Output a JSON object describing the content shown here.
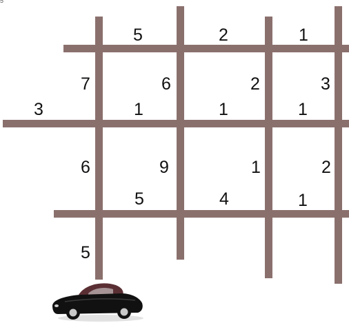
{
  "corner_label": "5",
  "colors": {
    "road": "#8a706d",
    "background": "#ffffff",
    "text": "#111111",
    "car_body": "#111111",
    "car_top": "#5a2f34",
    "car_rim": "#c9c9c9"
  },
  "icons": {
    "car": "convertible-car-icon"
  },
  "edge_weights": [
    {
      "id": "top-a",
      "label": "5"
    },
    {
      "id": "top-b",
      "label": "2"
    },
    {
      "id": "top-c",
      "label": "1"
    },
    {
      "id": "row1-v1",
      "label": "7"
    },
    {
      "id": "row1-v2",
      "label": "6"
    },
    {
      "id": "row1-v3",
      "label": "2"
    },
    {
      "id": "row1-v4",
      "label": "3"
    },
    {
      "id": "mid-left",
      "label": "3"
    },
    {
      "id": "mid-a",
      "label": "1"
    },
    {
      "id": "mid-b",
      "label": "1"
    },
    {
      "id": "mid-c",
      "label": "1"
    },
    {
      "id": "row2-v1",
      "label": "6"
    },
    {
      "id": "row2-v2",
      "label": "9"
    },
    {
      "id": "row2-v3",
      "label": "1"
    },
    {
      "id": "row2-v4",
      "label": "2"
    },
    {
      "id": "low-a",
      "label": "5"
    },
    {
      "id": "low-b",
      "label": "4"
    },
    {
      "id": "low-c",
      "label": "1"
    },
    {
      "id": "bottom-v1",
      "label": "5"
    }
  ]
}
